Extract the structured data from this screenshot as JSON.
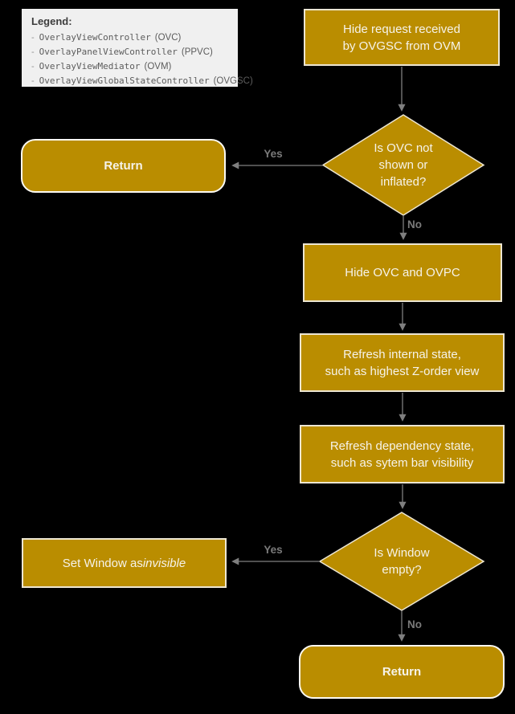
{
  "colors": {
    "background": "#000000",
    "node_fill": "#BA8D00",
    "node_border": "#EDE6D2",
    "pill_border": "#FBF9F2",
    "node_text": "#F6F3EA",
    "arrow": "#7F7F7F",
    "edge_label_text": "#7A7A7A",
    "legend_background": "#F0F0F0",
    "legend_title_text": "#3C3C3C",
    "legend_item_text": "#5C5C5C"
  },
  "legend": {
    "title": "Legend:",
    "bullet": "-",
    "items": [
      {
        "name": "OverlayViewController",
        "abbr": "(OVC)"
      },
      {
        "name": "OverlayPanelViewController",
        "abbr": "(PPVC)"
      },
      {
        "name": "OverlayViewMediator",
        "abbr": "(OVM)"
      },
      {
        "name": "OverlayViewGlobalStateController",
        "abbr": "(OVGSC)"
      }
    ]
  },
  "nodes": {
    "start": "Hide request received\nby OVGSC from OVM",
    "decision_ovc": "Is OVC not\nshown or\ninflated?",
    "return_top": "Return",
    "hide_ovc": "Hide OVC and OVPC",
    "refresh_internal": "Refresh internal state,\nsuch as highest Z-order view",
    "refresh_dependency": "Refresh dependency state,\nsuch as sytem bar visibility",
    "decision_window": "Is Window\nempty?",
    "set_window_prefix": "Set Window as ",
    "set_window_emphasis": "invisible",
    "return_bottom": "Return"
  },
  "edge_labels": {
    "decision_ovc_yes": "Yes",
    "decision_ovc_no": "No",
    "decision_window_yes": "Yes",
    "decision_window_no": "No"
  }
}
